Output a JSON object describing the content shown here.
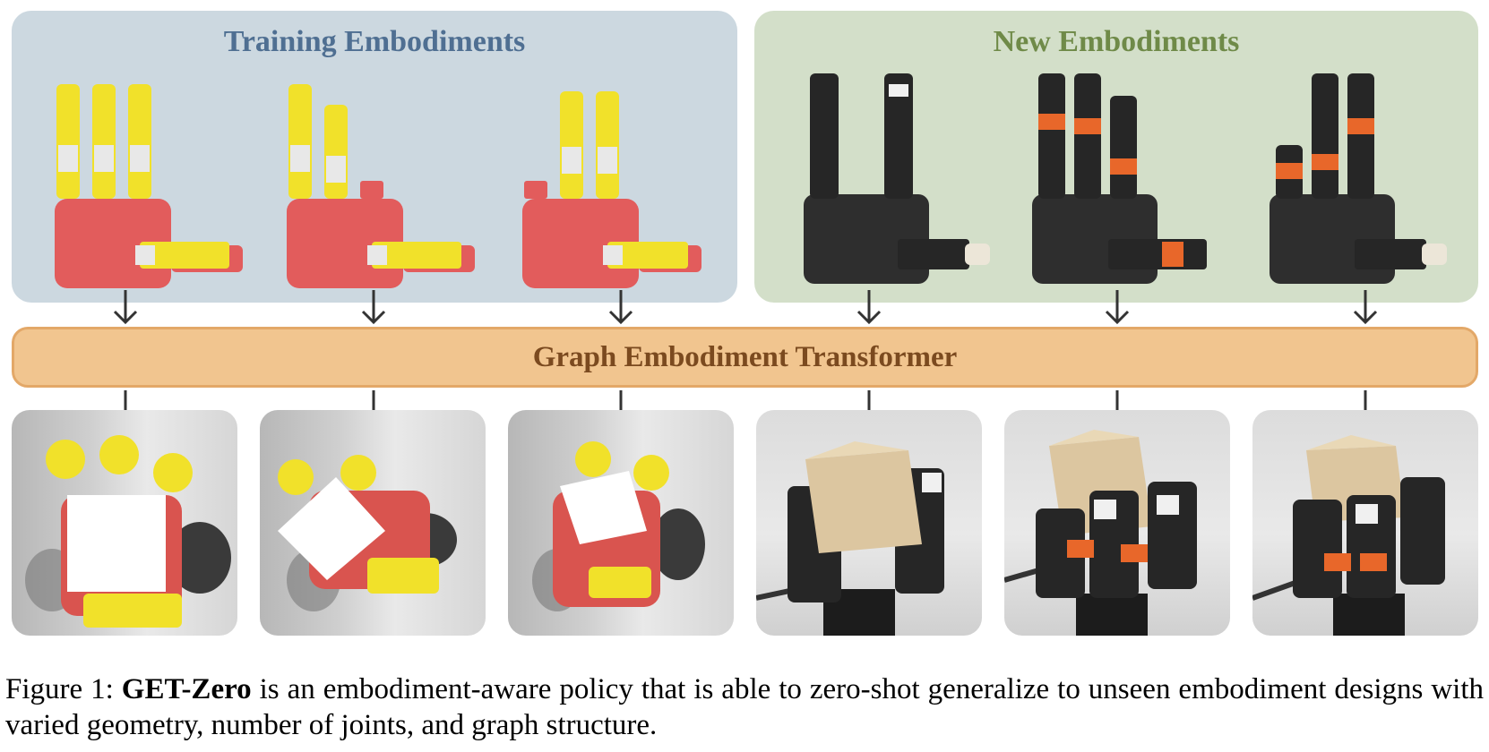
{
  "training": {
    "title": "Training Embodiments"
  },
  "new": {
    "title": "New Embodiments"
  },
  "transformer": {
    "label": "Graph Embodiment Transformer"
  },
  "caption": {
    "prefix": "Figure 1: ",
    "bold": "GET-Zero",
    "text": " is an embodiment-aware policy that is able to zero-shot generalize to unseen embodiment designs with varied geometry, number of joints, and graph structure."
  },
  "colors": {
    "training_bg": "#ccd8e0",
    "new_bg": "#d3dfc9",
    "training_title": "#4f6f92",
    "new_title": "#6f8a48",
    "transformer_fill": "#f1c58f",
    "transformer_text": "#7b4a1f",
    "sim_palm": "#e25c5c",
    "sim_finger": "#f1e12a",
    "real_palm": "#2e2e2e",
    "real_accent": "#e8672a",
    "cube_sim": "#ffffff",
    "cube_real": "#dcc6a0"
  },
  "icons": [
    "down-arrow-icon"
  ]
}
